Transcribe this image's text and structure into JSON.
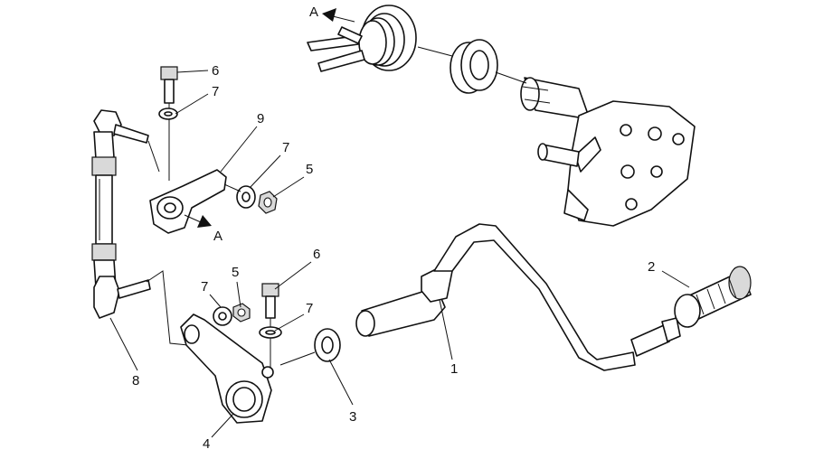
{
  "callouts": [
    {
      "id": "c1",
      "label": "1"
    },
    {
      "id": "c2",
      "label": "2"
    },
    {
      "id": "c3",
      "label": "3"
    },
    {
      "id": "c4",
      "label": "4"
    },
    {
      "id": "c5a",
      "label": "5"
    },
    {
      "id": "c5b",
      "label": "5"
    },
    {
      "id": "c6a",
      "label": "6"
    },
    {
      "id": "c6b",
      "label": "6"
    },
    {
      "id": "c7a",
      "label": "7"
    },
    {
      "id": "c7b",
      "label": "7"
    },
    {
      "id": "c7c",
      "label": "7"
    },
    {
      "id": "c7d",
      "label": "7"
    },
    {
      "id": "c8",
      "label": "8"
    },
    {
      "id": "c9",
      "label": "9"
    }
  ],
  "arrows": [
    {
      "id": "arrow-top",
      "label": "A"
    },
    {
      "id": "arrow-bottom",
      "label": "A"
    }
  ]
}
